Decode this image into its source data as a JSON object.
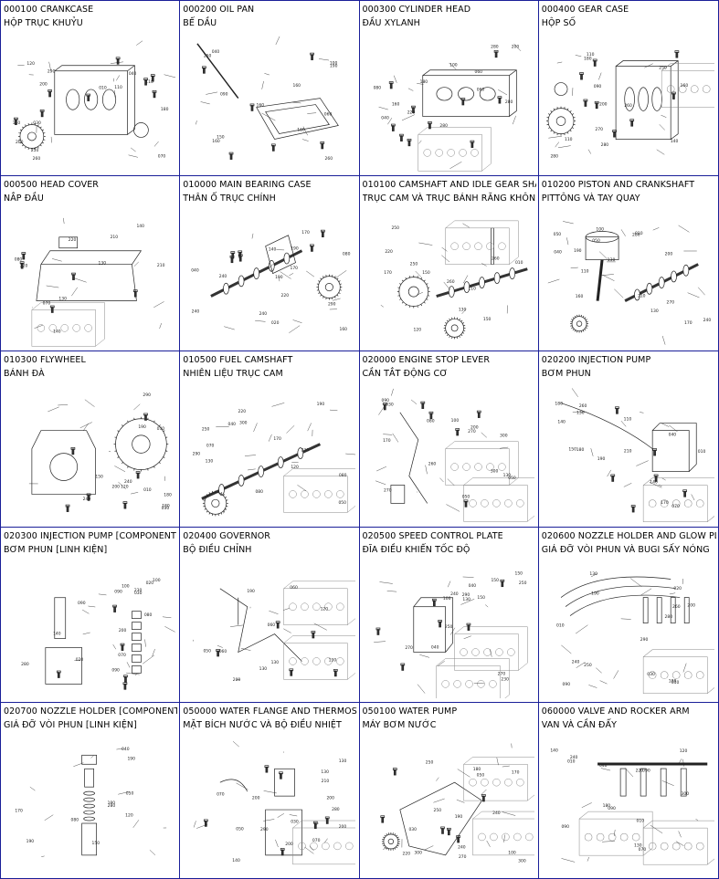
{
  "parts": [
    {
      "code_en": "000100 CRANKCASE",
      "vi": "HỘP TRỤC KHUỶU",
      "icon": "crankcase-diagram"
    },
    {
      "code_en": "000200 OIL PAN",
      "vi": "BỂ DẦU",
      "icon": "oil-pan-diagram"
    },
    {
      "code_en": "000300 CYLINDER HEAD",
      "vi": "ĐẦU XYLANH",
      "icon": "cylinder-head-diagram"
    },
    {
      "code_en": "000400 GEAR CASE",
      "vi": "HỘP SỐ",
      "icon": "gear-case-diagram"
    },
    {
      "code_en": "000500 HEAD COVER",
      "vi": "NẮP ĐẦU",
      "icon": "head-cover-diagram"
    },
    {
      "code_en": "010000 MAIN BEARING CASE",
      "vi": "THÂN Ổ TRỤC CHÍNH",
      "icon": "main-bearing-case-diagram"
    },
    {
      "code_en": "010100 CAMSHAFT AND IDLE GEAR SHA",
      "vi": "TRỤC CAM VÀ TRỤC BÁNH RĂNG KHÔN",
      "icon": "camshaft-diagram"
    },
    {
      "code_en": "010200 PISTON AND CRANKSHAFT",
      "vi": "PITTÔNG VÀ TAY QUAY",
      "icon": "piston-crankshaft-diagram"
    },
    {
      "code_en": "010300 FLYWHEEL",
      "vi": "BÁNH ĐÀ",
      "icon": "flywheel-diagram"
    },
    {
      "code_en": "010500 FUEL CAMSHAFT",
      "vi": "NHIÊN LIỆU TRỤC CAM",
      "icon": "fuel-camshaft-diagram"
    },
    {
      "code_en": "020000 ENGINE STOP LEVER",
      "vi": "CẦN TẮT ĐỘNG CƠ",
      "icon": "stop-lever-diagram"
    },
    {
      "code_en": "020200 INJECTION PUMP",
      "vi": "BƠM PHUN",
      "icon": "injection-pump-diagram"
    },
    {
      "code_en": "020300 INJECTION PUMP [COMPONENT",
      "vi": "BƠM PHUN [LINH KIỆN]",
      "icon": "injection-pump-component-diagram"
    },
    {
      "code_en": "020400 GOVERNOR",
      "vi": "BỘ ĐIỀU CHỈNH",
      "icon": "governor-diagram"
    },
    {
      "code_en": "020500 SPEED CONTROL PLATE",
      "vi": "ĐĨA ĐIỀU KHIỂN TỐC ĐỘ",
      "icon": "speed-control-plate-diagram"
    },
    {
      "code_en": "020600 NOZZLE HOLDER AND GLOW PL",
      "vi": "GIÁ ĐỠ VÒI PHUN VÀ BUGI SẤY NÓNG",
      "icon": "nozzle-holder-glow-diagram"
    },
    {
      "code_en": "020700 NOZZLE HOLDER  [COMPONENT",
      "vi": "GIÁ ĐỠ VÒI PHUN [LINH KIỆN]",
      "icon": "nozzle-holder-component-diagram"
    },
    {
      "code_en": "050000 WATER FLANGE AND THERMOST",
      "vi": "MẶT BÍCH NƯỚC VÀ BỘ ĐIỀU NHIỆT",
      "icon": "water-flange-diagram"
    },
    {
      "code_en": "050100 WATER PUMP",
      "vi": "MÁY BƠM NƯỚC",
      "icon": "water-pump-diagram"
    },
    {
      "code_en": "060000 VALVE AND ROCKER ARM",
      "vi": "VAN VÀ CẦN ĐẨY",
      "icon": "valve-rocker-diagram"
    }
  ]
}
